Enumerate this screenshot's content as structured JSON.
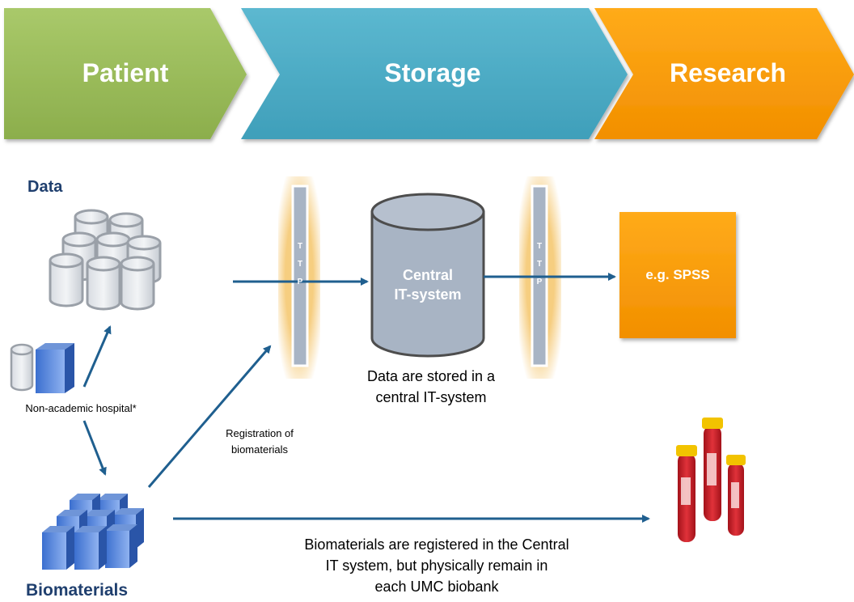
{
  "stages": {
    "patient": "Patient",
    "storage": "Storage",
    "research": "Research"
  },
  "labels": {
    "data": "Data",
    "biomaterials": "Biomaterials",
    "non_academic": "Non-academic hospital*",
    "registration": "Registration of\nbiomaterials",
    "central_system": "Central\nIT-system",
    "ttp_left": "T\nT\nP",
    "ttp_right": "T\nT\nP",
    "data_stored": "Data are stored in a\ncentral IT-system",
    "spss": "e.g. SPSS",
    "biomaterials_note": "Biomaterials are registered in the Central\nIT system, but physically remain in\neach UMC biobank"
  },
  "colors": {
    "patient": "#9bbb59",
    "storage": "#4bacc6",
    "research": "#f79c00",
    "arrow": "#1f5f8f",
    "heading": "#1f3f6e",
    "ttp_glow": "#f0c060",
    "cylinder": "#a8b4c4"
  }
}
